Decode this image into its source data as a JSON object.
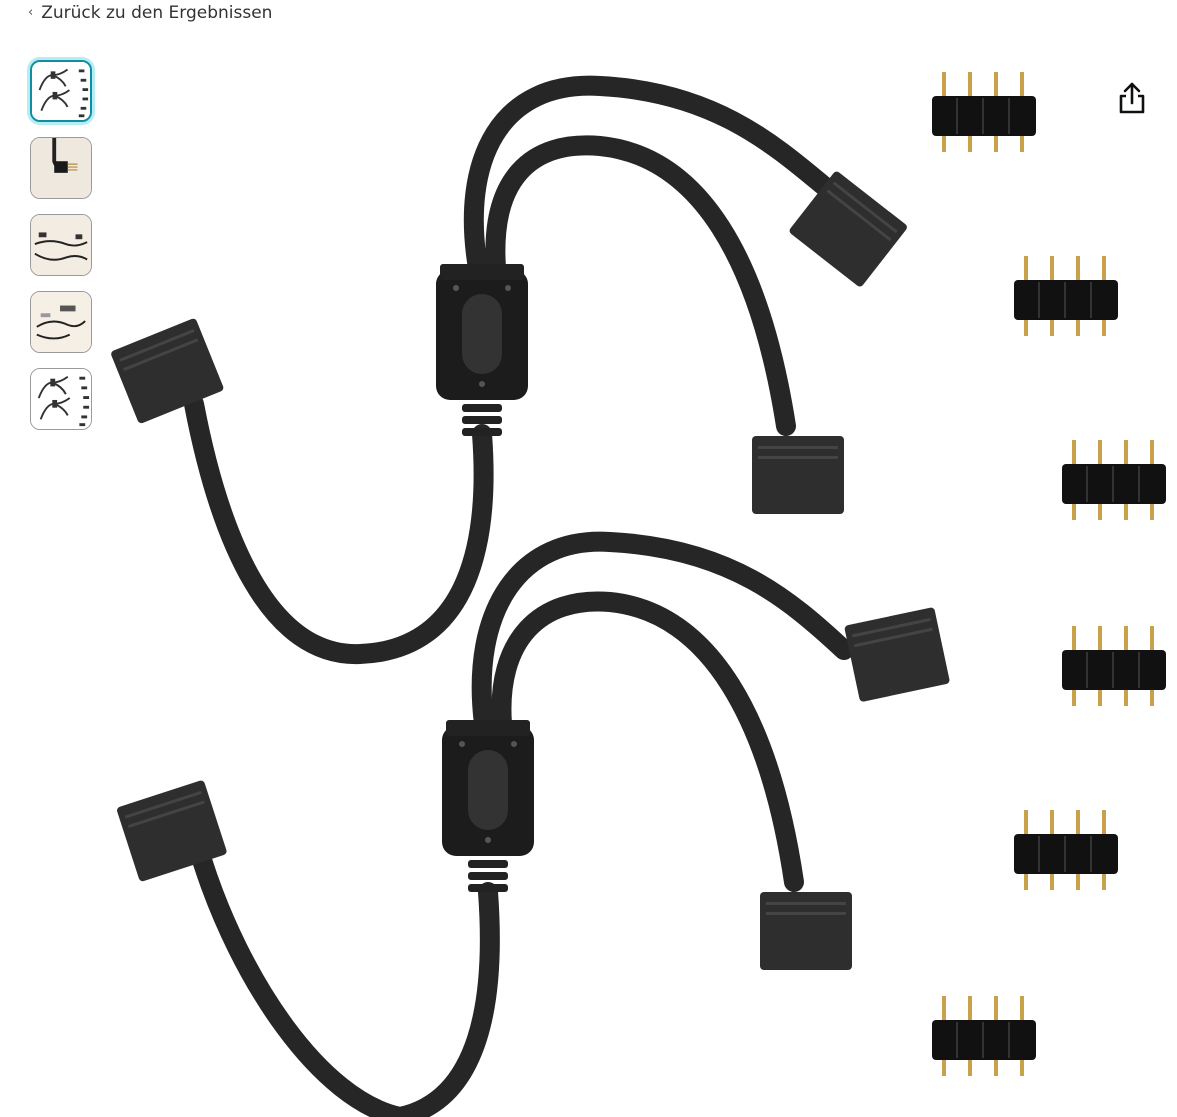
{
  "nav": {
    "back_label": "Zurück zu den Ergebnissen",
    "back_icon": "chevron-left-icon"
  },
  "gallery": {
    "thumbnails": [
      {
        "name": "thumbnail-1",
        "selected": true
      },
      {
        "name": "thumbnail-2",
        "selected": false
      },
      {
        "name": "thumbnail-3",
        "selected": false
      },
      {
        "name": "thumbnail-4",
        "selected": false
      },
      {
        "name": "thumbnail-5",
        "selected": false
      }
    ],
    "accent_color": "#0f8ea2"
  },
  "actions": {
    "share_icon": "share-icon"
  }
}
